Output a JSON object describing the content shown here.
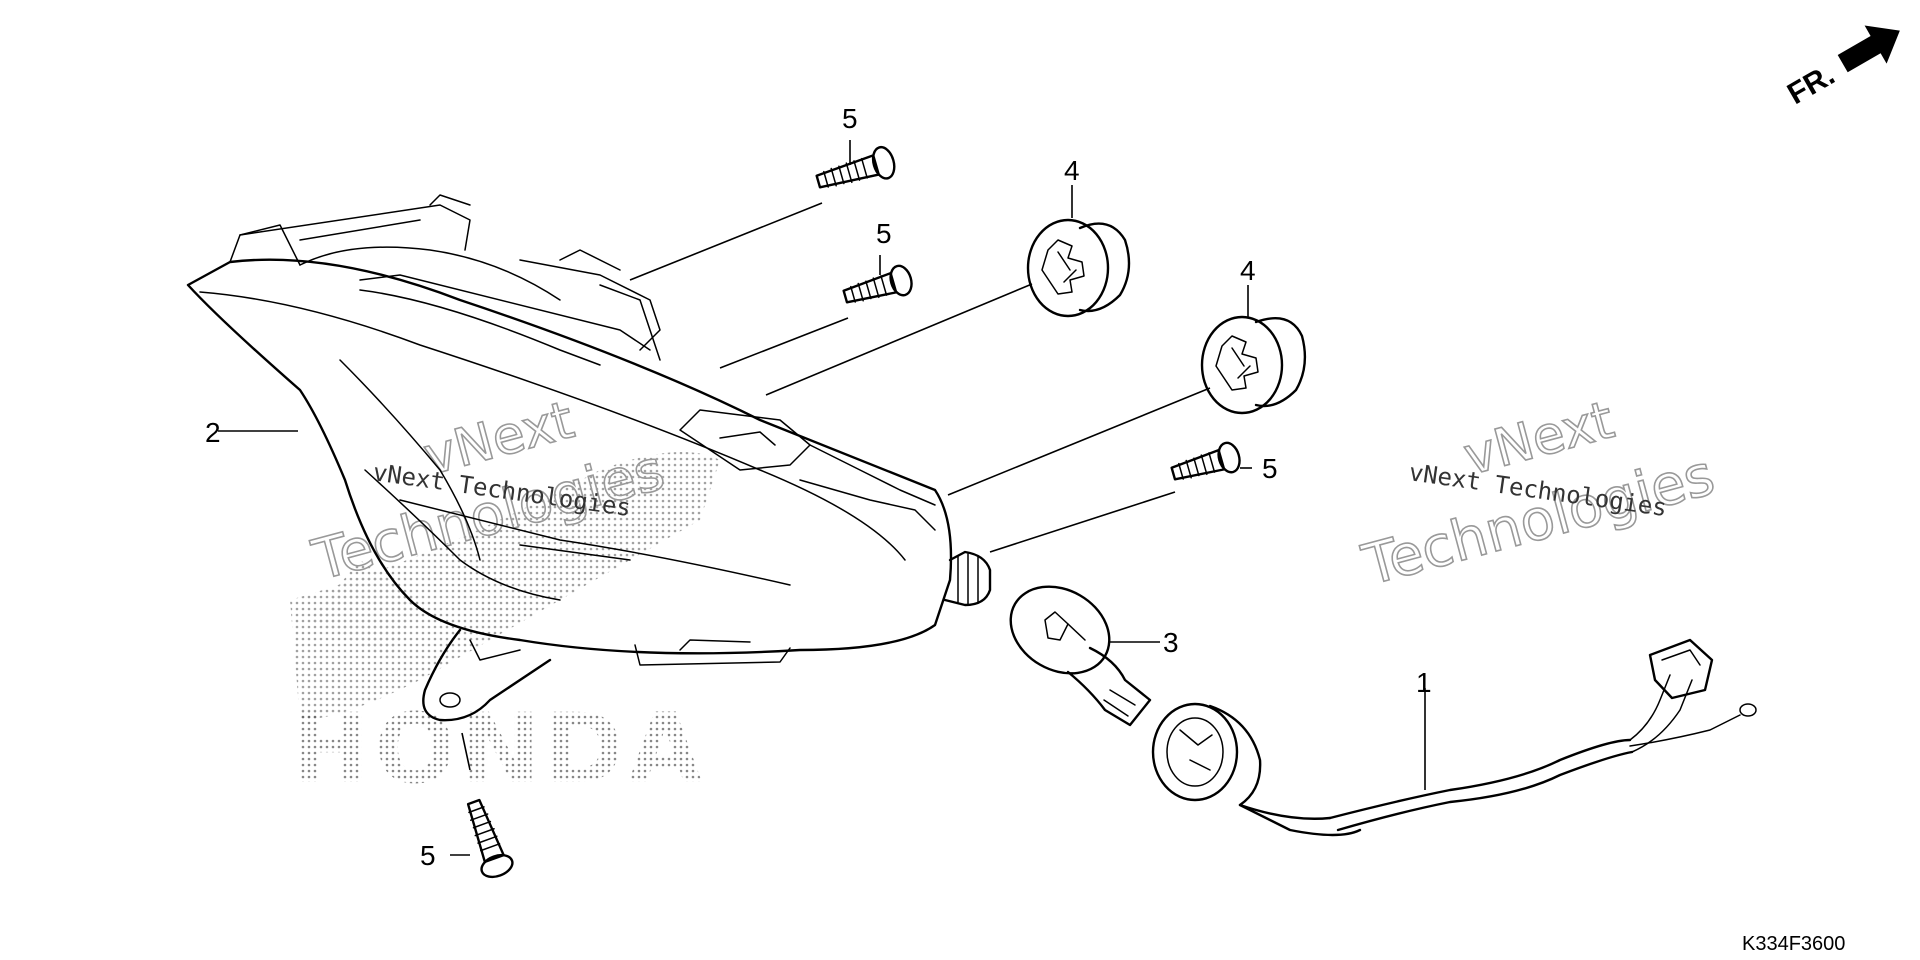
{
  "diagram": {
    "code": "K334F3600",
    "direction_label": "FR.",
    "watermark": {
      "line1": "vNext Technologies",
      "line2a": "vNext",
      "line2b": "Technologies",
      "brand": "HONDA"
    },
    "callouts": {
      "c1": "1",
      "c2": "2",
      "c3": "3",
      "c4a": "4",
      "c4b": "4",
      "c5a": "5",
      "c5b": "5",
      "c5c": "5",
      "c5d": "5"
    }
  }
}
